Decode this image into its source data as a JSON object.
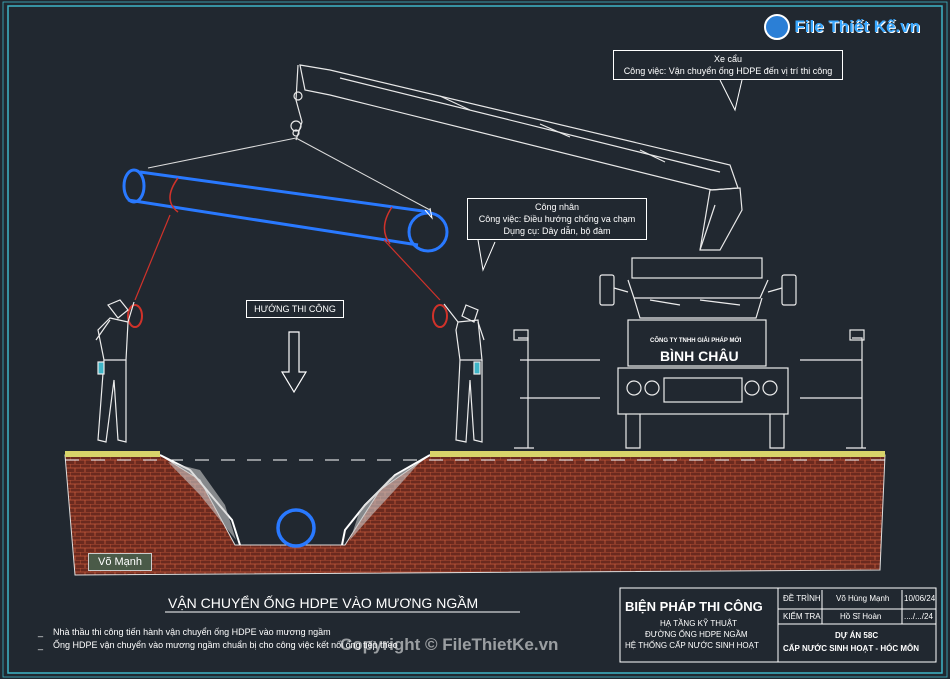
{
  "logo": {
    "text": "File Thiết Kế.vn"
  },
  "callouts": {
    "crane": {
      "line1": "Xe cẩu",
      "line2": "Công việc: Vận chuyển ống HDPE đến vị trí thi công"
    },
    "worker": {
      "line1": "Công nhân",
      "line2": "Công việc: Điều hướng chống va chạm",
      "line3": "Dụng cụ: Dây dẫn, bộ đàm"
    }
  },
  "direction_label": "HƯỚNG THI CÔNG",
  "truck": {
    "company": "CÔNG TY TNHH GIẢI PHÁP MỚI",
    "brand": "BÌNH CHÂU"
  },
  "ground_label": "Võ Mạnh",
  "drawing_title": "VẬN CHUYỂN ỐNG HDPE VÀO MƯƠNG NGẦM",
  "notes": [
    "Nhà thầu thi công tiến hành vận chuyển ống HDPE vào mương ngầm",
    "Ống HDPE vận chuyển vào mương ngầm chuẩn bị cho công việc kết nối ống tiếp theo"
  ],
  "watermark": "Copyright © FileThietKe.vn",
  "title_block": {
    "main": "BIỆN PHÁP THI CÔNG",
    "sub1": "HẠ TẦNG KỸ THUẬT",
    "sub2": "ĐƯỜNG ỐNG HDPE NGẦM",
    "sub3": "HỆ THỐNG CẤP NƯỚC SINH HOẠT",
    "row1": {
      "label": "ĐỀ TRÌNH",
      "name": "Võ Hùng Mạnh",
      "date": "10/06/24"
    },
    "row2": {
      "label": "KIỂM TRA",
      "name": "Hồ Sĩ Hoàn",
      "date": "..../.../24"
    },
    "project1": "DỰ ÁN 58C",
    "project2": "CẤP NƯỚC SINH HOẠT - HÓC MÔN"
  }
}
